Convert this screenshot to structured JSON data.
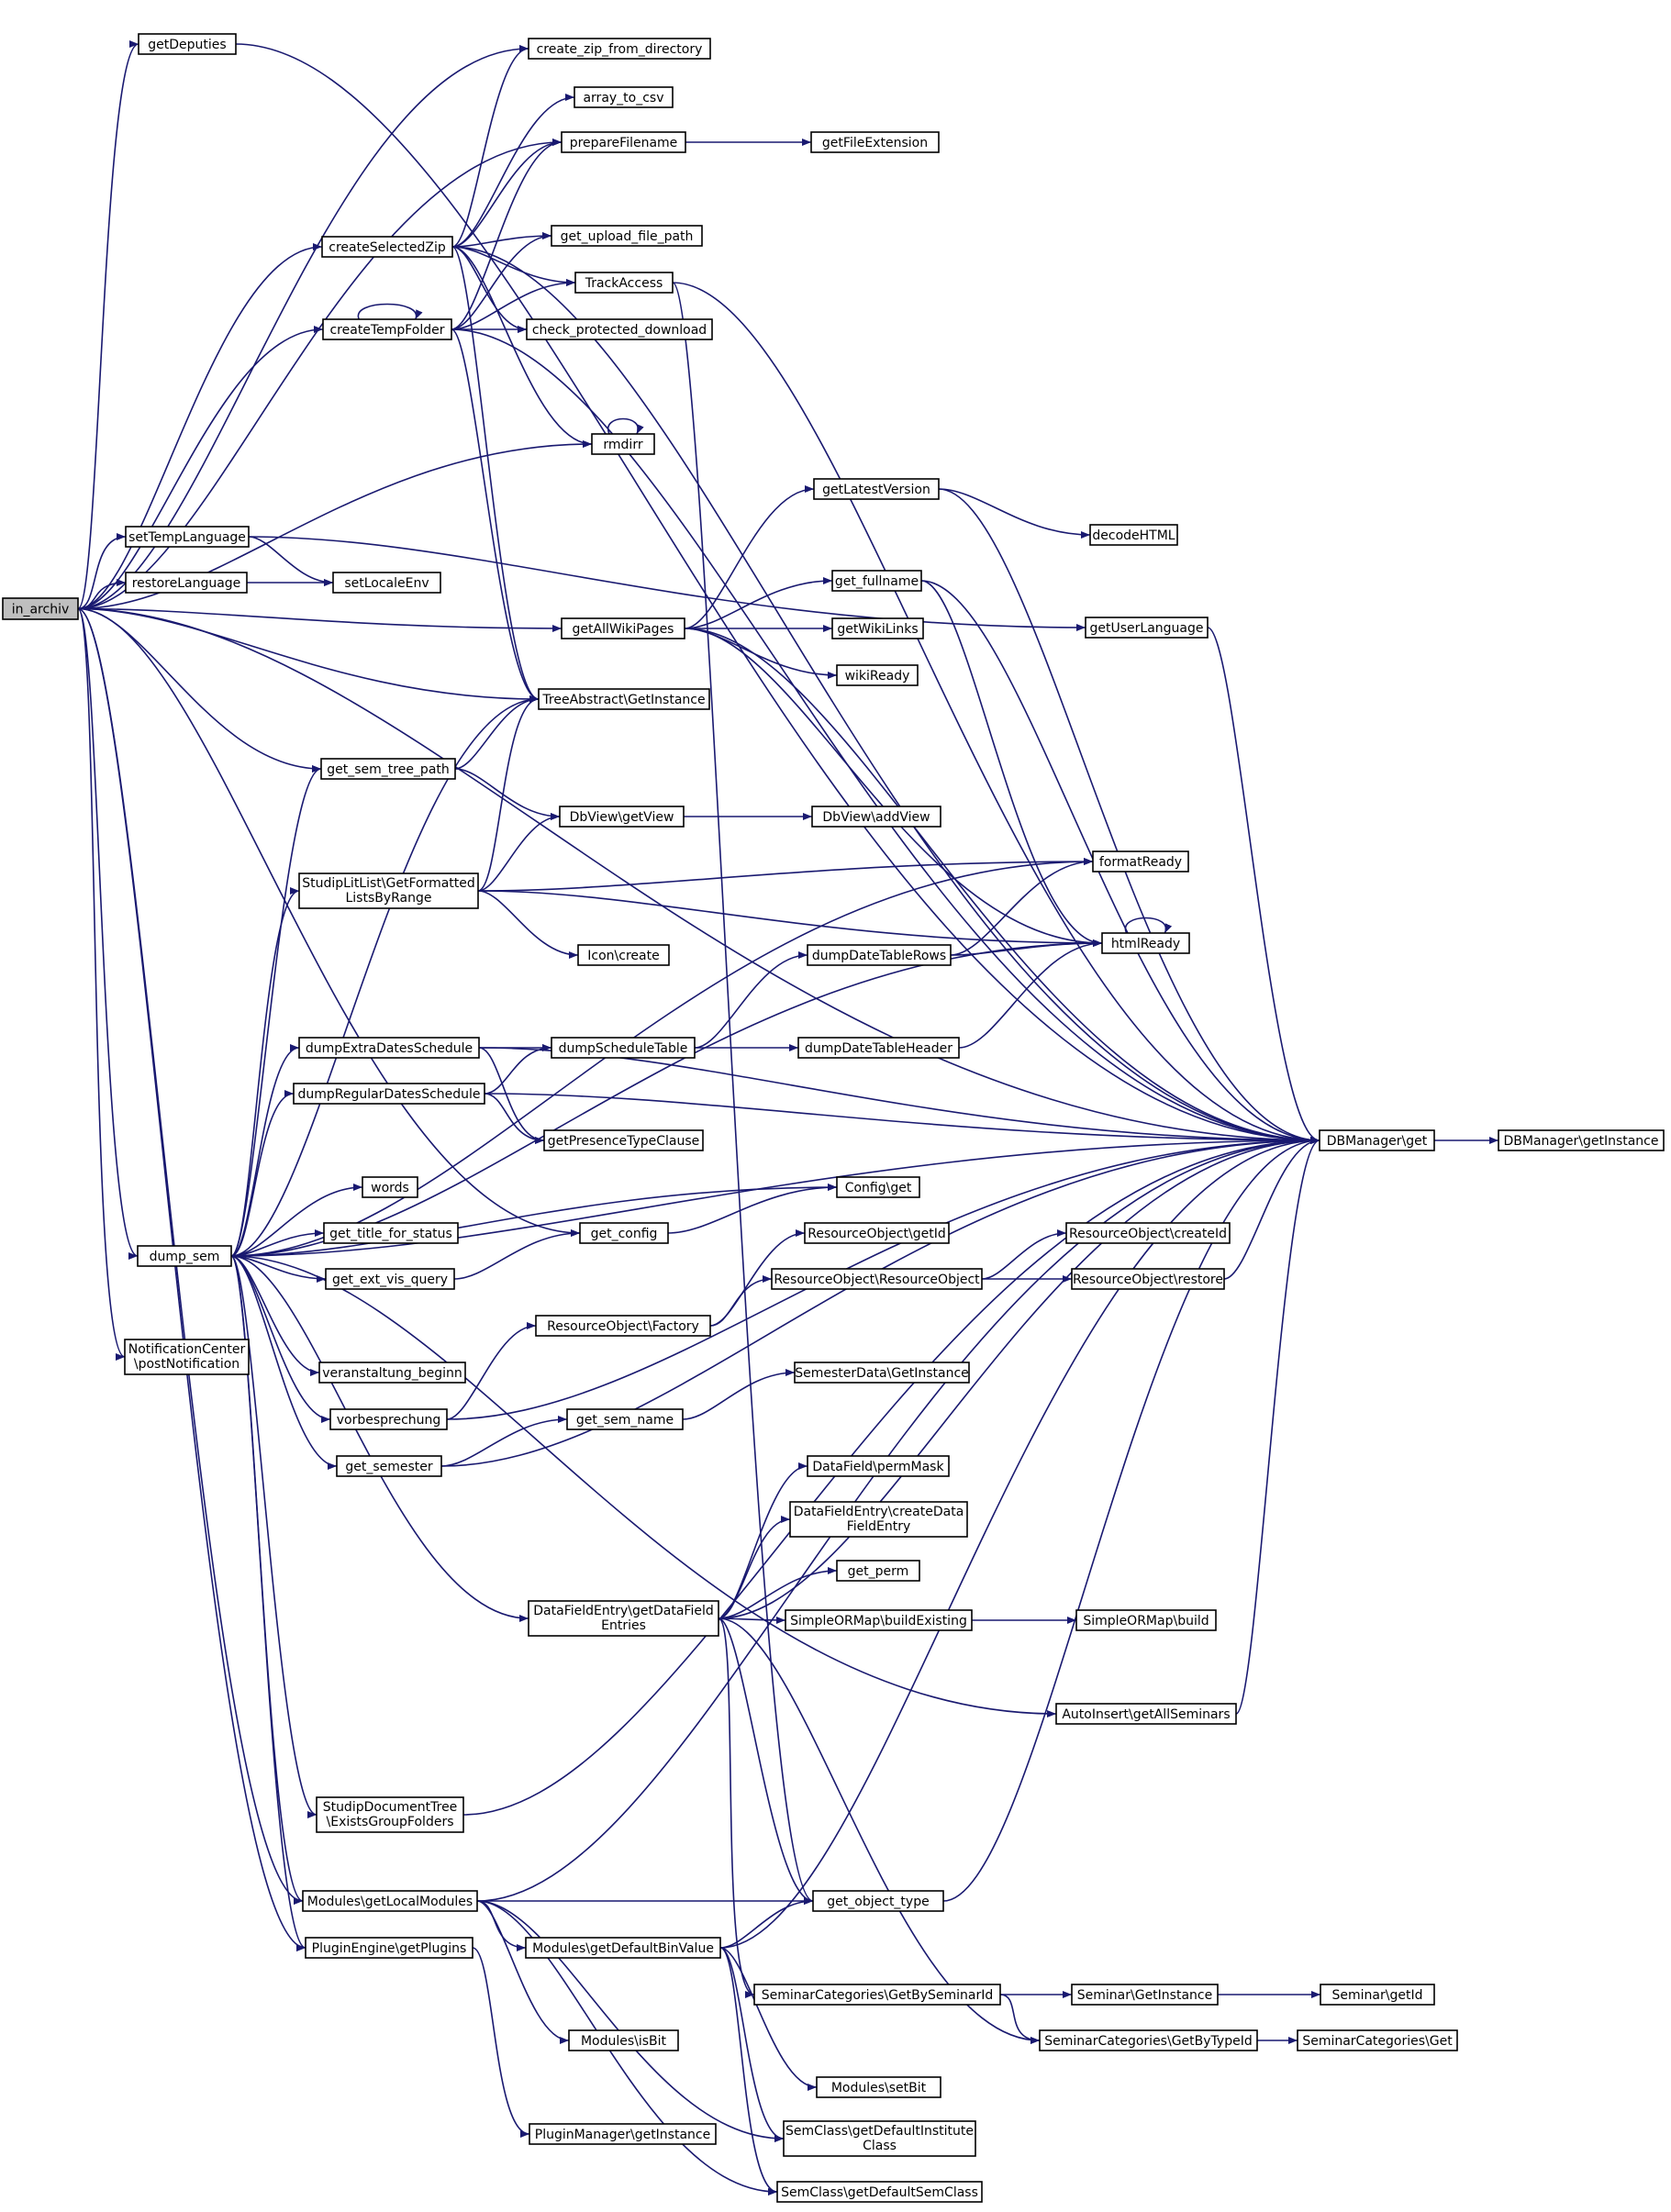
{
  "diagram": {
    "type": "call-graph",
    "root": "in_archiv",
    "edge_color": "#191970",
    "nodes": [
      {
        "id": "in_archiv",
        "label": "in_archiv",
        "root": true
      },
      {
        "id": "getDeputies",
        "label": "getDeputies"
      },
      {
        "id": "create_zip",
        "label": "create_zip_from_directory"
      },
      {
        "id": "array_to_csv",
        "label": "array_to_csv"
      },
      {
        "id": "prepareFilename",
        "label": "prepareFilename"
      },
      {
        "id": "getFileExtension",
        "label": "getFileExtension"
      },
      {
        "id": "createSelectedZip",
        "label": "createSelectedZip"
      },
      {
        "id": "get_upload_file_path",
        "label": "get_upload_file_path"
      },
      {
        "id": "TrackAccess",
        "label": "TrackAccess"
      },
      {
        "id": "createTempFolder",
        "label": "createTempFolder"
      },
      {
        "id": "check_protected_download",
        "label": "check_protected_download"
      },
      {
        "id": "rmdirr",
        "label": "rmdirr"
      },
      {
        "id": "getLatestVersion",
        "label": "getLatestVersion"
      },
      {
        "id": "decodeHTML",
        "label": "decodeHTML"
      },
      {
        "id": "setTempLanguage",
        "label": "setTempLanguage"
      },
      {
        "id": "restoreLanguage",
        "label": "restoreLanguage"
      },
      {
        "id": "setLocaleEnv",
        "label": "setLocaleEnv"
      },
      {
        "id": "get_fullname",
        "label": "get_fullname"
      },
      {
        "id": "getAllWikiPages",
        "label": "getAllWikiPages"
      },
      {
        "id": "getWikiLinks",
        "label": "getWikiLinks"
      },
      {
        "id": "getUserLanguage",
        "label": "getUserLanguage"
      },
      {
        "id": "wikiReady",
        "label": "wikiReady"
      },
      {
        "id": "TreeAbstract",
        "label": "TreeAbstract\\GetInstance"
      },
      {
        "id": "get_sem_tree_path",
        "label": "get_sem_tree_path"
      },
      {
        "id": "DbView_getView",
        "label": "DbView\\getView"
      },
      {
        "id": "DbView_addView",
        "label": "DbView\\addView"
      },
      {
        "id": "StudipLitList",
        "label": "StudipLitList\\GetFormatted\nListsByRange"
      },
      {
        "id": "formatReady",
        "label": "formatReady"
      },
      {
        "id": "Icon_create",
        "label": "Icon\\create"
      },
      {
        "id": "dumpDateTableRows",
        "label": "dumpDateTableRows"
      },
      {
        "id": "htmlReady",
        "label": "htmlReady"
      },
      {
        "id": "dumpExtraDatesSchedule",
        "label": "dumpExtraDatesSchedule"
      },
      {
        "id": "dumpScheduleTable",
        "label": "dumpScheduleTable"
      },
      {
        "id": "dumpDateTableHeader",
        "label": "dumpDateTableHeader"
      },
      {
        "id": "dumpRegularDatesSchedule",
        "label": "dumpRegularDatesSchedule"
      },
      {
        "id": "getPresenceTypeClause",
        "label": "getPresenceTypeClause"
      },
      {
        "id": "DBManager_get",
        "label": "DBManager\\get"
      },
      {
        "id": "DBManager_getInstance",
        "label": "DBManager\\getInstance"
      },
      {
        "id": "words",
        "label": "words"
      },
      {
        "id": "Config_get",
        "label": "Config\\get"
      },
      {
        "id": "dump_sem",
        "label": "dump_sem"
      },
      {
        "id": "get_title_for_status",
        "label": "get_title_for_status"
      },
      {
        "id": "get_config",
        "label": "get_config"
      },
      {
        "id": "RO_getId",
        "label": "ResourceObject\\getId"
      },
      {
        "id": "RO_createId",
        "label": "ResourceObject\\createId"
      },
      {
        "id": "get_ext_vis_query",
        "label": "get_ext_vis_query"
      },
      {
        "id": "RO_ResourceObject",
        "label": "ResourceObject\\ResourceObject"
      },
      {
        "id": "RO_restore",
        "label": "ResourceObject\\restore"
      },
      {
        "id": "RO_Factory",
        "label": "ResourceObject\\Factory"
      },
      {
        "id": "NotificationCenter",
        "label": "NotificationCenter\n\\postNotification"
      },
      {
        "id": "veranstaltung_beginn",
        "label": "veranstaltung_beginn"
      },
      {
        "id": "SemesterData",
        "label": "SemesterData\\GetInstance"
      },
      {
        "id": "vorbesprechung",
        "label": "vorbesprechung"
      },
      {
        "id": "get_sem_name",
        "label": "get_sem_name"
      },
      {
        "id": "get_semester",
        "label": "get_semester"
      },
      {
        "id": "DF_permMask",
        "label": "DataField\\permMask"
      },
      {
        "id": "DFE_createDataFieldEntry",
        "label": "DataFieldEntry\\createData\nFieldEntry"
      },
      {
        "id": "get_perm",
        "label": "get_perm"
      },
      {
        "id": "DFE_getDataFieldEntries",
        "label": "DataFieldEntry\\getDataField\nEntries"
      },
      {
        "id": "SORM_buildExisting",
        "label": "SimpleORMap\\buildExisting"
      },
      {
        "id": "SORM_build",
        "label": "SimpleORMap\\build"
      },
      {
        "id": "AutoInsert",
        "label": "AutoInsert\\getAllSeminars"
      },
      {
        "id": "StudipDocumentTree",
        "label": "StudipDocumentTree\n\\ExistsGroupFolders"
      },
      {
        "id": "Modules_getLocalModules",
        "label": "Modules\\getLocalModules"
      },
      {
        "id": "get_object_type",
        "label": "get_object_type"
      },
      {
        "id": "PluginEngine",
        "label": "PluginEngine\\getPlugins"
      },
      {
        "id": "Modules_getDefaultBinValue",
        "label": "Modules\\getDefaultBinValue"
      },
      {
        "id": "SC_GetBySeminarId",
        "label": "SeminarCategories\\GetBySeminarId"
      },
      {
        "id": "Seminar_GetInstance",
        "label": "Seminar\\GetInstance"
      },
      {
        "id": "Seminar_getId",
        "label": "Seminar\\getId"
      },
      {
        "id": "Modules_isBit",
        "label": "Modules\\isBit"
      },
      {
        "id": "SC_GetByTypeId",
        "label": "SeminarCategories\\GetByTypeId"
      },
      {
        "id": "SC_Get",
        "label": "SeminarCategories\\Get"
      },
      {
        "id": "Modules_setBit",
        "label": "Modules\\setBit"
      },
      {
        "id": "PluginManager",
        "label": "PluginManager\\getInstance"
      },
      {
        "id": "SemClass_getDefaultInstituteClass",
        "label": "SemClass\\getDefaultInstitute\nClass"
      },
      {
        "id": "SemClass_getDefaultSemClass",
        "label": "SemClass\\getDefaultSemClass"
      }
    ],
    "edges": [
      [
        "in_archiv",
        "getDeputies"
      ],
      [
        "in_archiv",
        "create_zip"
      ],
      [
        "in_archiv",
        "prepareFilename"
      ],
      [
        "in_archiv",
        "createSelectedZip"
      ],
      [
        "in_archiv",
        "createTempFolder"
      ],
      [
        "in_archiv",
        "rmdirr"
      ],
      [
        "in_archiv",
        "DBManager_get"
      ],
      [
        "in_archiv",
        "setTempLanguage"
      ],
      [
        "in_archiv",
        "restoreLanguage"
      ],
      [
        "in_archiv",
        "getAllWikiPages"
      ],
      [
        "in_archiv",
        "TreeAbstract"
      ],
      [
        "in_archiv",
        "get_sem_tree_path"
      ],
      [
        "in_archiv",
        "get_config"
      ],
      [
        "in_archiv",
        "dump_sem"
      ],
      [
        "in_archiv",
        "NotificationCenter"
      ],
      [
        "in_archiv",
        "Modules_getLocalModules"
      ],
      [
        "in_archiv",
        "PluginEngine"
      ],
      [
        "getDeputies",
        "DBManager_get"
      ],
      [
        "createSelectedZip",
        "create_zip"
      ],
      [
        "createSelectedZip",
        "array_to_csv"
      ],
      [
        "createSelectedZip",
        "prepareFilename"
      ],
      [
        "createSelectedZip",
        "get_upload_file_path"
      ],
      [
        "createSelectedZip",
        "TrackAccess"
      ],
      [
        "createSelectedZip",
        "check_protected_download"
      ],
      [
        "createSelectedZip",
        "rmdirr"
      ],
      [
        "createSelectedZip",
        "DBManager_get"
      ],
      [
        "createSelectedZip",
        "TreeAbstract"
      ],
      [
        "prepareFilename",
        "getFileExtension"
      ],
      [
        "createTempFolder",
        "createTempFolder"
      ],
      [
        "createTempFolder",
        "prepareFilename"
      ],
      [
        "createTempFolder",
        "get_upload_file_path"
      ],
      [
        "createTempFolder",
        "TrackAccess"
      ],
      [
        "createTempFolder",
        "check_protected_download"
      ],
      [
        "createTempFolder",
        "DBManager_get"
      ],
      [
        "createTempFolder",
        "TreeAbstract"
      ],
      [
        "TrackAccess",
        "DBManager_get"
      ],
      [
        "TrackAccess",
        "get_object_type"
      ],
      [
        "rmdirr",
        "rmdirr"
      ],
      [
        "setTempLanguage",
        "setLocaleEnv"
      ],
      [
        "setTempLanguage",
        "getUserLanguage"
      ],
      [
        "restoreLanguage",
        "setLocaleEnv"
      ],
      [
        "getAllWikiPages",
        "DBManager_get"
      ],
      [
        "getAllWikiPages",
        "getLatestVersion"
      ],
      [
        "getAllWikiPages",
        "get_fullname"
      ],
      [
        "getAllWikiPages",
        "getWikiLinks"
      ],
      [
        "getAllWikiPages",
        "wikiReady"
      ],
      [
        "getAllWikiPages",
        "htmlReady"
      ],
      [
        "getLatestVersion",
        "decodeHTML"
      ],
      [
        "getLatestVersion",
        "DBManager_get"
      ],
      [
        "get_fullname",
        "DBManager_get"
      ],
      [
        "get_fullname",
        "htmlReady"
      ],
      [
        "getUserLanguage",
        "DBManager_get"
      ],
      [
        "get_sem_tree_path",
        "TreeAbstract"
      ],
      [
        "get_sem_tree_path",
        "DbView_getView"
      ],
      [
        "DbView_getView",
        "DbView_addView"
      ],
      [
        "StudipLitList",
        "TreeAbstract"
      ],
      [
        "StudipLitList",
        "DbView_getView"
      ],
      [
        "StudipLitList",
        "formatReady"
      ],
      [
        "StudipLitList",
        "htmlReady"
      ],
      [
        "StudipLitList",
        "Icon_create"
      ],
      [
        "dumpDateTableRows",
        "formatReady"
      ],
      [
        "dumpDateTableRows",
        "htmlReady"
      ],
      [
        "htmlReady",
        "htmlReady"
      ],
      [
        "dumpExtraDatesSchedule",
        "dumpScheduleTable"
      ],
      [
        "dumpExtraDatesSchedule",
        "getPresenceTypeClause"
      ],
      [
        "dumpExtraDatesSchedule",
        "DBManager_get"
      ],
      [
        "dumpRegularDatesSchedule",
        "dumpScheduleTable"
      ],
      [
        "dumpRegularDatesSchedule",
        "getPresenceTypeClause"
      ],
      [
        "dumpRegularDatesSchedule",
        "DBManager_get"
      ],
      [
        "dumpScheduleTable",
        "dumpDateTableRows"
      ],
      [
        "dumpScheduleTable",
        "dumpDateTableHeader"
      ],
      [
        "dumpDateTableHeader",
        "htmlReady"
      ],
      [
        "DBManager_get",
        "DBManager_getInstance"
      ],
      [
        "dump_sem",
        "TreeAbstract"
      ],
      [
        "dump_sem",
        "get_sem_tree_path"
      ],
      [
        "dump_sem",
        "formatReady"
      ],
      [
        "dump_sem",
        "StudipLitList"
      ],
      [
        "dump_sem",
        "htmlReady"
      ],
      [
        "dump_sem",
        "dumpExtraDatesSchedule"
      ],
      [
        "dump_sem",
        "dumpRegularDatesSchedule"
      ],
      [
        "dump_sem",
        "words"
      ],
      [
        "dump_sem",
        "Config_get"
      ],
      [
        "dump_sem",
        "get_title_for_status"
      ],
      [
        "dump_sem",
        "get_ext_vis_query"
      ],
      [
        "dump_sem",
        "veranstaltung_beginn"
      ],
      [
        "dump_sem",
        "vorbesprechung"
      ],
      [
        "dump_sem",
        "get_semester"
      ],
      [
        "dump_sem",
        "DFE_getDataFieldEntries"
      ],
      [
        "dump_sem",
        "AutoInsert"
      ],
      [
        "dump_sem",
        "DBManager_get"
      ],
      [
        "dump_sem",
        "StudipDocumentTree"
      ],
      [
        "dump_sem",
        "Modules_getLocalModules"
      ],
      [
        "dump_sem",
        "PluginEngine"
      ],
      [
        "get_config",
        "Config_get"
      ],
      [
        "get_ext_vis_query",
        "get_config"
      ],
      [
        "RO_Factory",
        "RO_getId"
      ],
      [
        "RO_Factory",
        "RO_ResourceObject"
      ],
      [
        "RO_ResourceObject",
        "RO_createId"
      ],
      [
        "RO_ResourceObject",
        "RO_restore"
      ],
      [
        "RO_restore",
        "DBManager_get"
      ],
      [
        "vorbesprechung",
        "RO_Factory"
      ],
      [
        "vorbesprechung",
        "DBManager_get"
      ],
      [
        "get_semester",
        "get_sem_name"
      ],
      [
        "get_semester",
        "DBManager_get"
      ],
      [
        "get_sem_name",
        "SemesterData"
      ],
      [
        "DFE_getDataFieldEntries",
        "DF_permMask"
      ],
      [
        "DFE_getDataFieldEntries",
        "DFE_createDataFieldEntry"
      ],
      [
        "DFE_getDataFieldEntries",
        "get_perm"
      ],
      [
        "DFE_getDataFieldEntries",
        "SORM_buildExisting"
      ],
      [
        "DFE_getDataFieldEntries",
        "DBManager_get"
      ],
      [
        "DFE_getDataFieldEntries",
        "get_object_type"
      ],
      [
        "DFE_getDataFieldEntries",
        "SC_GetBySeminarId"
      ],
      [
        "DFE_getDataFieldEntries",
        "SC_GetByTypeId"
      ],
      [
        "SORM_buildExisting",
        "SORM_build"
      ],
      [
        "AutoInsert",
        "DBManager_get"
      ],
      [
        "StudipDocumentTree",
        "DBManager_get"
      ],
      [
        "Modules_getLocalModules",
        "DBManager_get"
      ],
      [
        "Modules_getLocalModules",
        "get_object_type"
      ],
      [
        "Modules_getLocalModules",
        "Modules_getDefaultBinValue"
      ],
      [
        "Modules_getLocalModules",
        "Modules_isBit"
      ],
      [
        "Modules_getLocalModules",
        "SemClass_getDefaultInstituteClass"
      ],
      [
        "Modules_getLocalModules",
        "SemClass_getDefaultSemClass"
      ],
      [
        "get_object_type",
        "DBManager_get"
      ],
      [
        "PluginEngine",
        "PluginManager"
      ],
      [
        "Modules_getDefaultBinValue",
        "get_object_type"
      ],
      [
        "Modules_getDefaultBinValue",
        "DBManager_get"
      ],
      [
        "Modules_getDefaultBinValue",
        "Modules_setBit"
      ],
      [
        "Modules_getDefaultBinValue",
        "SemClass_getDefaultInstituteClass"
      ],
      [
        "Modules_getDefaultBinValue",
        "SemClass_getDefaultSemClass"
      ],
      [
        "SC_GetBySeminarId",
        "Seminar_GetInstance"
      ],
      [
        "SC_GetBySeminarId",
        "SC_GetByTypeId"
      ],
      [
        "Seminar_GetInstance",
        "Seminar_getId"
      ],
      [
        "SC_GetByTypeId",
        "SC_Get"
      ]
    ]
  }
}
